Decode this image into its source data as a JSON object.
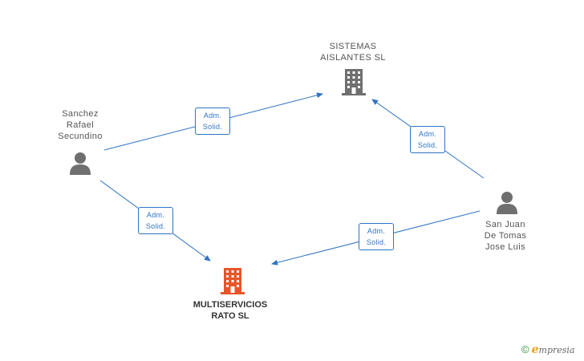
{
  "nodes": {
    "sistemas": {
      "lines": [
        "SISTEMAS",
        "AISLANTES SL"
      ],
      "type": "company",
      "color": "#6f6f6f"
    },
    "multiservicios": {
      "lines": [
        "MULTISERVICIOS",
        "RATO SL"
      ],
      "type": "company",
      "color": "#e8552a"
    },
    "sanchez": {
      "lines": [
        "Sanchez",
        "Rafael",
        "Secundino"
      ],
      "type": "person",
      "color": "#6f6f6f"
    },
    "sanjuan": {
      "lines": [
        "San Juan",
        "De Tomas",
        "Jose Luis"
      ],
      "type": "person",
      "color": "#6f6f6f"
    }
  },
  "edges": [
    {
      "from": "sanchez",
      "to": "sistemas",
      "label": [
        "Adm.",
        "Solid."
      ]
    },
    {
      "from": "sanchez",
      "to": "multiservicios",
      "label": [
        "Adm.",
        "Solid."
      ]
    },
    {
      "from": "sanjuan",
      "to": "sistemas",
      "label": [
        "Adm.",
        "Solid."
      ]
    },
    {
      "from": "sanjuan",
      "to": "multiservicios",
      "label": [
        "Adm.",
        "Solid."
      ]
    }
  ],
  "colors": {
    "edge": "#2f73c4"
  },
  "watermark": {
    "copyright": "©",
    "brand_initial": "e",
    "brand_rest": "mpresia"
  }
}
